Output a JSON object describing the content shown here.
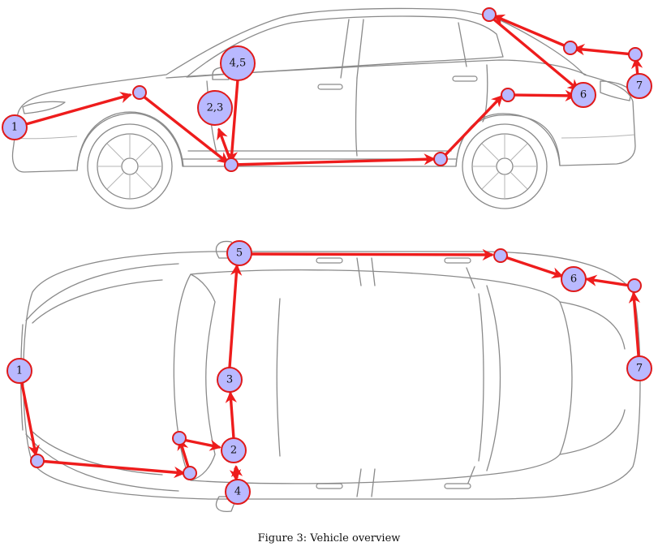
{
  "figure": {
    "caption": "Figure 3: Vehicle overview"
  },
  "side_view": {
    "labels": [
      "1",
      "2,3",
      "4,5",
      "6",
      "7"
    ]
  },
  "top_view": {
    "labels": [
      "1",
      "2",
      "3",
      "4",
      "5",
      "6",
      "7"
    ]
  },
  "colors": {
    "path": "#ee1c1c",
    "marker_fill": "#b9b9ff",
    "outline": "#8a8a8a"
  }
}
